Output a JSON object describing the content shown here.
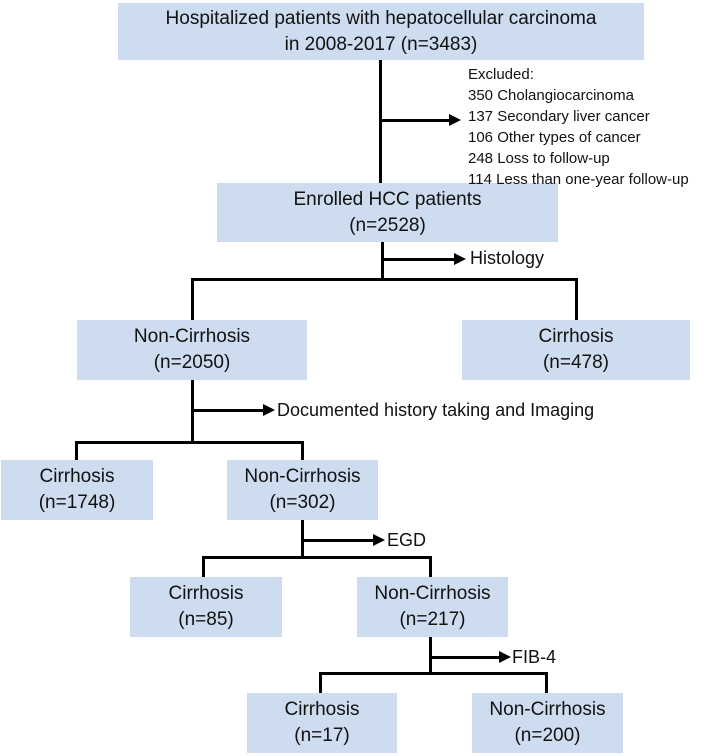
{
  "figure_title": "HCC patient selection flow diagram",
  "colors": {
    "box_fill": "#cddcef",
    "line": "#000000"
  },
  "boxes": [
    {
      "id": "hospitalized",
      "line1": "Hospitalized patients with hepatocellular carcinoma",
      "line2": "in 2008-2017  (n=3483)"
    },
    {
      "id": "enrolled",
      "line1": "Enrolled HCC patients",
      "line2": "(n=2528)"
    },
    {
      "id": "noncirrhosis-2050",
      "line1": "Non-Cirrhosis",
      "line2": "(n=2050)"
    },
    {
      "id": "cirrhosis-478",
      "line1": "Cirrhosis",
      "line2": "(n=478)"
    },
    {
      "id": "cirrhosis-1748",
      "line1": "Cirrhosis",
      "line2": "(n=1748)"
    },
    {
      "id": "noncirrhosis-302",
      "line1": "Non-Cirrhosis",
      "line2": "(n=302)"
    },
    {
      "id": "cirrhosis-85",
      "line1": "Cirrhosis",
      "line2": "(n=85)"
    },
    {
      "id": "noncirrhosis-217",
      "line1": "Non-Cirrhosis",
      "line2": "(n=217)"
    },
    {
      "id": "cirrhosis-17",
      "line1": "Cirrhosis",
      "line2": "(n=17)"
    },
    {
      "id": "noncirrhosis-200",
      "line1": "Non-Cirrhosis",
      "line2": "(n=200)"
    }
  ],
  "excluded": {
    "title": "Excluded:",
    "items": [
      "350 Cholangiocarcinoma",
      "137 Secondary liver cancer",
      "106 Other types of cancer",
      "248 Loss to follow-up",
      "114 Less than one-year follow-up"
    ]
  },
  "labels": {
    "histology": "Histology",
    "documented": "Documented history taking and Imaging",
    "egd": "EGD",
    "fib4": "FIB-4"
  }
}
